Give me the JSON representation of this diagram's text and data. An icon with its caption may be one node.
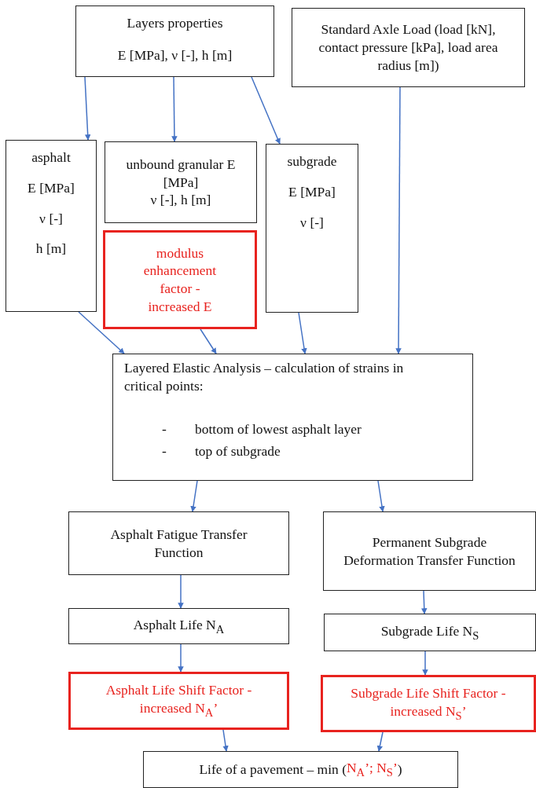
{
  "diagram": {
    "nodes": [
      {
        "text": [
          "Layers properties",
          "E [MPa], ν [-], h [m]"
        ]
      },
      {
        "text": [
          "Standard Axle Load (load [kN], contact pressure [kPa], load area radius [m])"
        ]
      },
      {
        "text": [
          "asphalt",
          "E [MPa]",
          "ν [-]",
          "h [m]"
        ]
      },
      {
        "text": [
          "unbound granular E [MPa]",
          "ν [-], h [m]"
        ]
      },
      {
        "text": [
          "modulus enhancement factor - increased E"
        ]
      },
      {
        "text": [
          "subgrade",
          "E [MPa]",
          "ν [-]"
        ]
      },
      {
        "text": [
          "Layered Elastic Analysis – calculation of strains in critical points:",
          "-",
          "bottom of lowest asphalt layer",
          "-",
          "top of subgrade"
        ]
      },
      {
        "text": [
          "Asphalt Fatigue Transfer Function"
        ]
      },
      {
        "text": [
          "Permanent Subgrade Deformation Transfer Function"
        ]
      },
      {
        "text": [
          "Asphalt Life N$_{A}$"
        ]
      },
      {
        "text": [
          "Subgrade Life N$_{S}$"
        ]
      },
      {
        "text": [
          "Asphalt Life Shift Factor - increased N$_{A}$’"
        ]
      },
      {
        "text": [
          "Subgrade Life Shift Factor - increased N$_{S}$’"
        ]
      },
      {
        "text": [
          "Life of a pavement – min (",
          "N$_{A}$’; N$_{S}$’",
          ")"
        ]
      }
    ],
    "edges": [
      {
        "from": 0,
        "to": 2,
        "arrow": "to"
      },
      {
        "from": 0,
        "to": 3,
        "arrow": "to"
      },
      {
        "from": 0,
        "to": 5,
        "arrow": "to"
      },
      {
        "from": 1,
        "to": 6,
        "arrow": "to"
      },
      {
        "from": 2,
        "to": 6,
        "arrow": "to"
      },
      {
        "from": 4,
        "to": 6,
        "arrow": "to"
      },
      {
        "from": 5,
        "to": 6,
        "arrow": "to"
      },
      {
        "from": 6,
        "to": 7,
        "arrow": "to"
      },
      {
        "from": 6,
        "to": 8,
        "arrow": "to"
      },
      {
        "from": 7,
        "to": 9,
        "arrow": "to"
      },
      {
        "from": 8,
        "to": 10,
        "arrow": "to"
      },
      {
        "from": 9,
        "to": 11,
        "arrow": "to"
      },
      {
        "from": 10,
        "to": 12,
        "arrow": "to"
      },
      {
        "from": 11,
        "to": 13,
        "arrow": "to"
      },
      {
        "from": 12,
        "to": 13,
        "arrow": "to"
      }
    ]
  }
}
